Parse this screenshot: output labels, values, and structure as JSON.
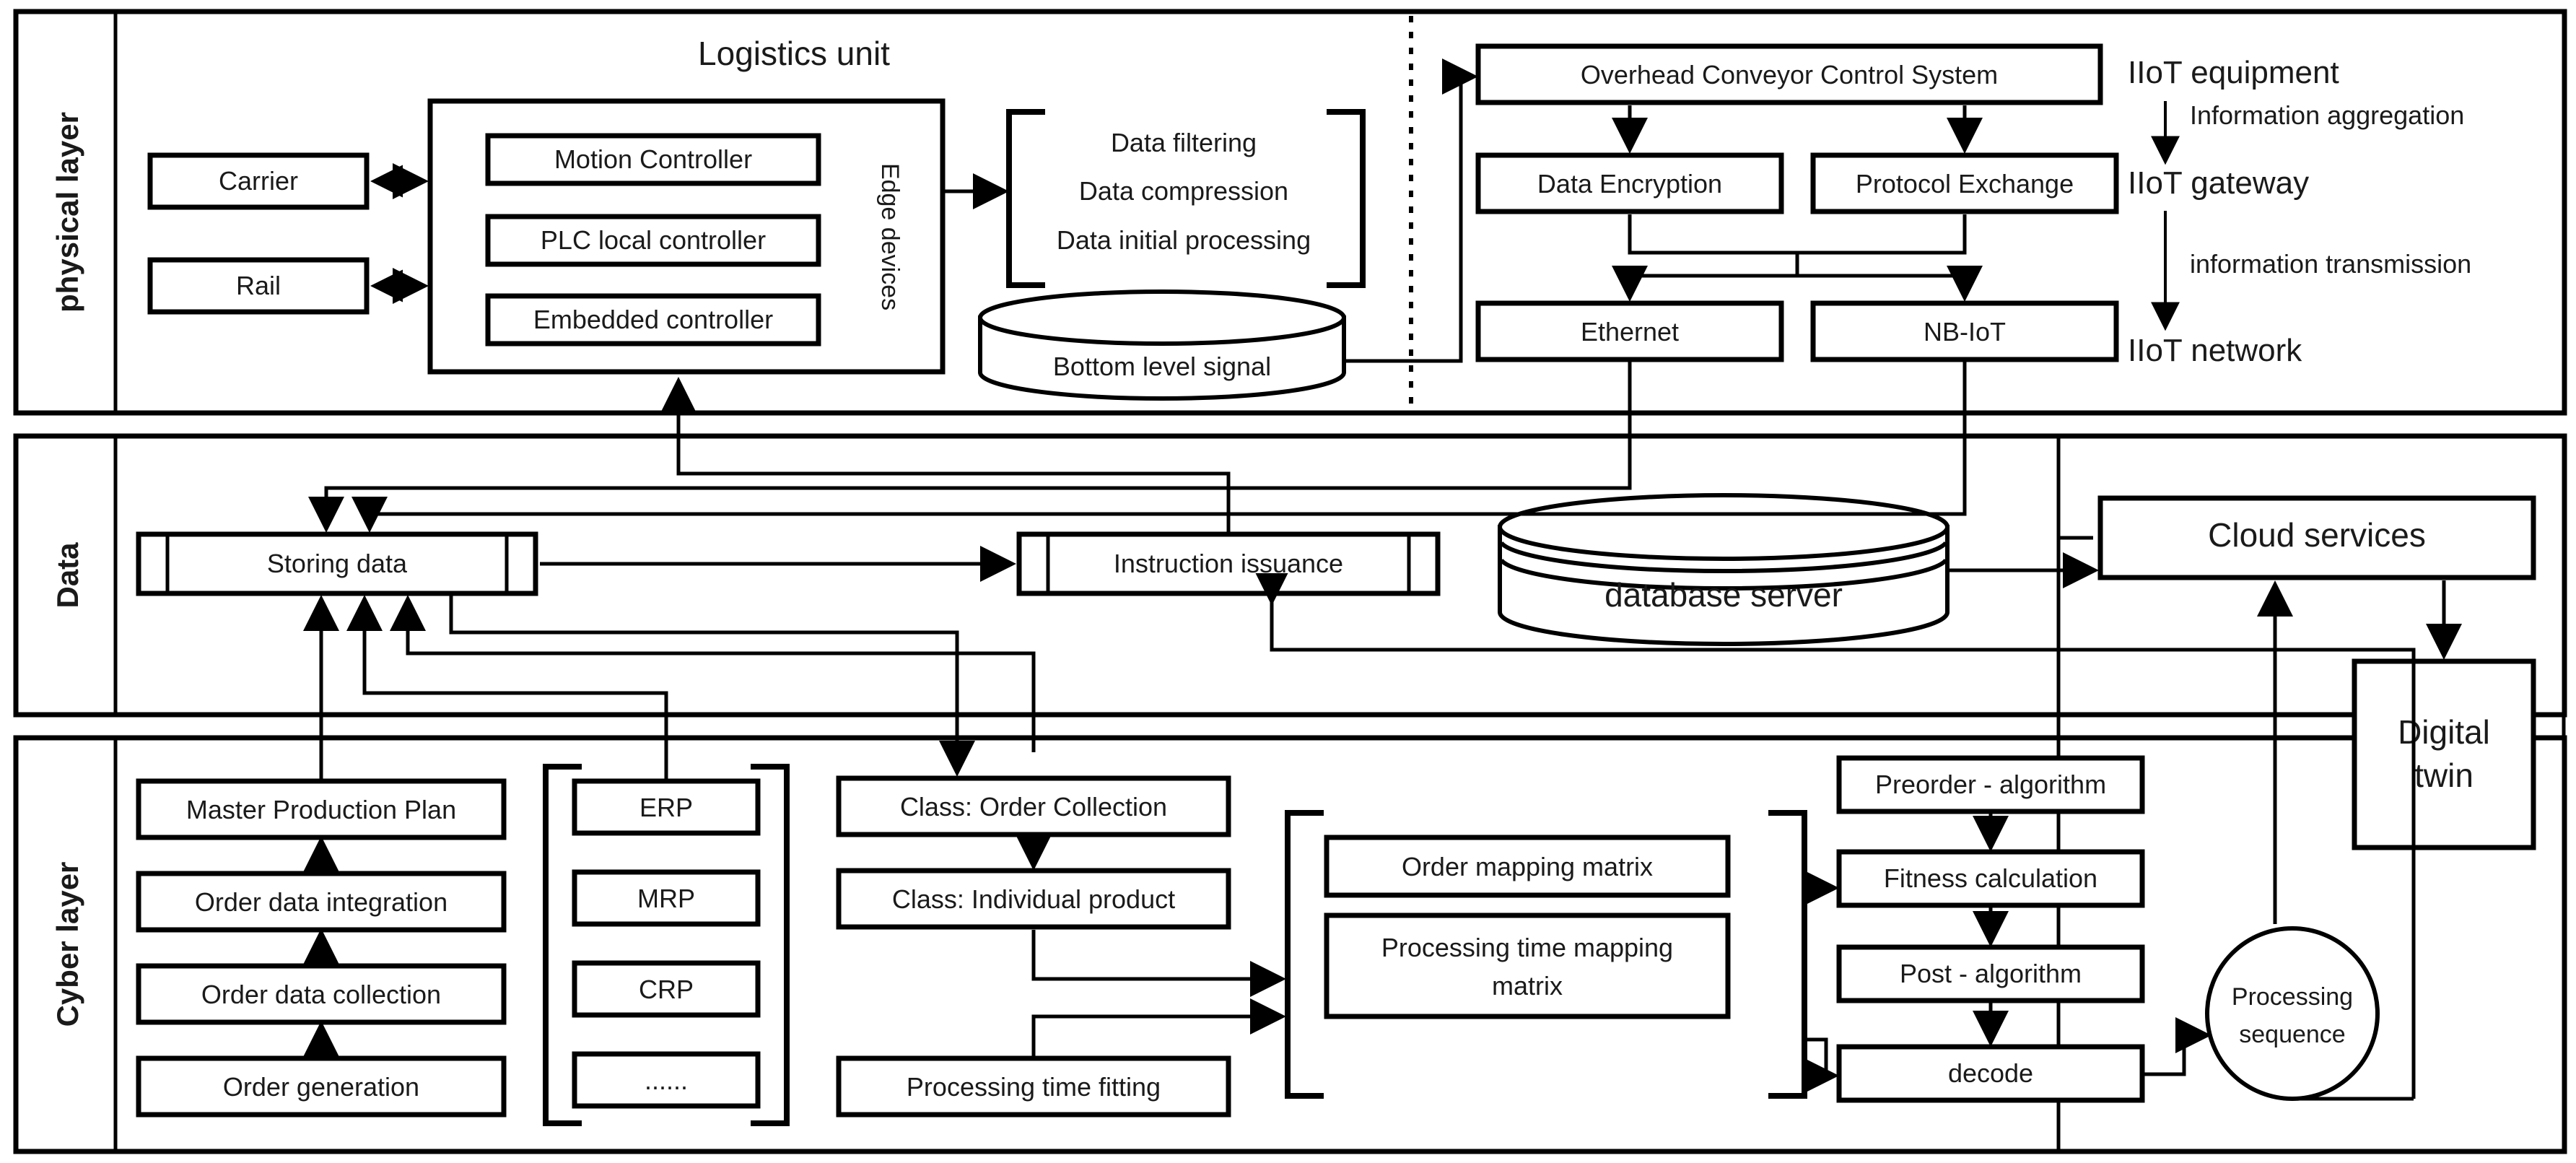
{
  "layers": [
    {
      "id": "physical",
      "label": "physical layer"
    },
    {
      "id": "data",
      "label": "Data"
    },
    {
      "id": "cyber",
      "label": "Cyber layer"
    }
  ],
  "physical_layer": {
    "title": "Logistics unit",
    "left_nodes": [
      {
        "label": "Carrier"
      },
      {
        "label": "Rail"
      }
    ],
    "edge_group": {
      "side_label": "Edge devices",
      "nodes": [
        {
          "label": "Motion Controller"
        },
        {
          "label": "PLC local controller"
        },
        {
          "label": "Embedded controller"
        }
      ]
    },
    "processing_bracket": {
      "lines": [
        "Data filtering",
        "Data compression",
        "Data initial processing"
      ]
    },
    "signal_store": {
      "label": "Bottom level signal"
    },
    "iiot_nodes": [
      {
        "label": "Overhead Conveyor Control System"
      },
      {
        "label": "Data Encryption"
      },
      {
        "label": "Protocol Exchange"
      },
      {
        "label": "Ethernet"
      },
      {
        "label": "NB-IoT"
      }
    ],
    "iiot_stack": [
      {
        "label": "IIoT equipment"
      },
      {
        "label": "IIoT gateway"
      },
      {
        "label": "IIoT network"
      }
    ],
    "iiot_arrows": [
      {
        "label": "Information aggregation"
      },
      {
        "label": "information transmission"
      }
    ]
  },
  "data_layer": {
    "nodes": [
      {
        "label": "Storing data"
      },
      {
        "label": "Instruction issuance"
      }
    ],
    "database": {
      "label": "database server"
    }
  },
  "cloud_panel": {
    "nodes": [
      {
        "label": "Cloud services"
      },
      {
        "label": "Digital\ntwin"
      }
    ],
    "cloud_label": "Cloud services",
    "twin_line1": "Digital",
    "twin_line2": "twin"
  },
  "cyber_layer": {
    "planning_chain": [
      {
        "label": "Master Production Plan"
      },
      {
        "label": "Order data integration"
      },
      {
        "label": "Order data collection"
      },
      {
        "label": "Order generation"
      }
    ],
    "systems_bracket": [
      {
        "label": "ERP"
      },
      {
        "label": "MRP"
      },
      {
        "label": "CRP"
      },
      {
        "label": "......"
      }
    ],
    "class_chain": [
      {
        "label": "Class: Order Collection"
      },
      {
        "label": "Class: Individual product"
      },
      {
        "label": "Processing time fitting"
      }
    ],
    "matrix_bracket": [
      {
        "label": "Order mapping matrix"
      },
      {
        "label": "Processing time mapping\nmatrix"
      }
    ],
    "matrix_line1": "Processing time mapping",
    "matrix_line2": "matrix",
    "algorithm_chain": [
      {
        "label": "Preorder - algorithm"
      },
      {
        "label": "Fitness calculation"
      },
      {
        "label": "Post - algorithm"
      },
      {
        "label": "decode"
      }
    ],
    "result_circle": {
      "line1": "Processing",
      "line2": "sequence"
    }
  },
  "colors": {
    "stroke": "#000000",
    "text": "#1a1a1a",
    "background": "#ffffff"
  }
}
